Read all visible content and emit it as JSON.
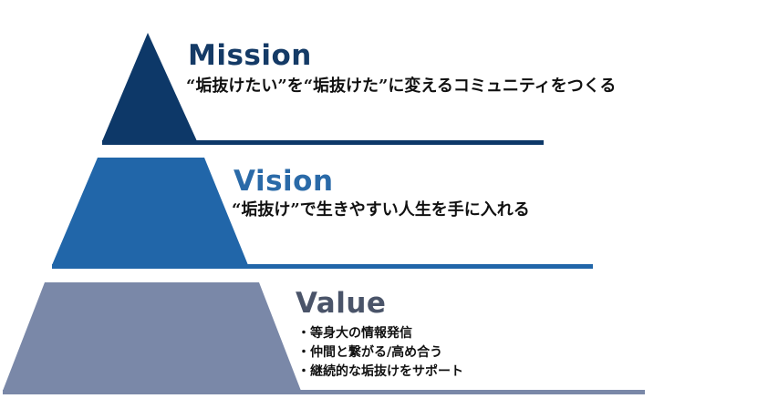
{
  "colors": {
    "mission": "#0d3868",
    "vision": "#2166a9",
    "value": "#7a88a8",
    "mission_text": "#143a66",
    "vision_text": "#2a6aa8",
    "value_text": "#4a5469",
    "subtitle_text": "#111111"
  },
  "pyramid": {
    "mission": {
      "title": "Mission",
      "subtitle": "“垢抜けたい”を“垢抜けた”に変えるコミュニティをつくる"
    },
    "vision": {
      "title": "Vision",
      "subtitle": "“垢抜け”で生きやすい人生を手に入れる"
    },
    "value": {
      "title": "Value",
      "bullets": [
        "・等身大の情報発信",
        "・仲間と繋がる/高め合う",
        "・継続的な垢抜けをサポート"
      ]
    }
  }
}
